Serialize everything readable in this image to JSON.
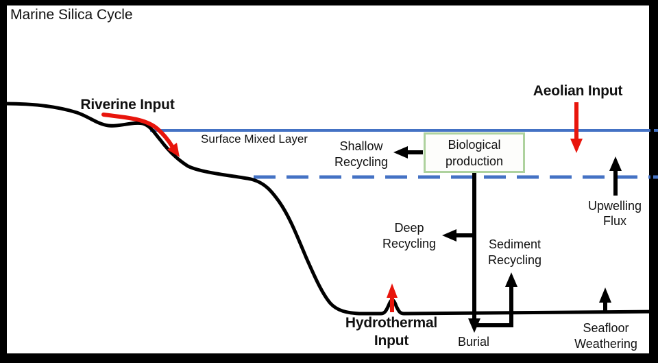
{
  "title": "Marine Silica Cycle",
  "labels": {
    "riverine": "Riverine Input",
    "surface_mixed_layer": "Surface Mixed Layer",
    "aeolian": "Aeolian Input",
    "biological": [
      "Biological",
      "production"
    ],
    "shallow": [
      "Shallow",
      "Recycling"
    ],
    "upwelling": [
      "Upwelling",
      "Flux"
    ],
    "deep": [
      "Deep",
      "Recycling"
    ],
    "sediment": [
      "Sediment",
      "Recycling"
    ],
    "hydrothermal": [
      "Hydrothermal",
      "Input"
    ],
    "burial": "Burial",
    "seafloor": [
      "Seafloor",
      "Weathering"
    ]
  },
  "fluxes": [
    {
      "name": "Riverine Input",
      "arrow_color": "red",
      "direction": "down-right into ocean"
    },
    {
      "name": "Aeolian Input",
      "arrow_color": "red",
      "direction": "down"
    },
    {
      "name": "Hydrothermal Input",
      "arrow_color": "red",
      "direction": "up"
    },
    {
      "name": "Shallow Recycling",
      "arrow_color": "black",
      "direction": "left"
    },
    {
      "name": "Deep Recycling",
      "arrow_color": "black",
      "direction": "left"
    },
    {
      "name": "Sediment Recycling",
      "arrow_color": "black",
      "direction": "up"
    },
    {
      "name": "Burial",
      "arrow_color": "black",
      "direction": "down"
    },
    {
      "name": "Upwelling Flux",
      "arrow_color": "black",
      "direction": "up"
    },
    {
      "name": "Seafloor Weathering",
      "arrow_color": "black",
      "direction": "up"
    }
  ],
  "colors": {
    "ocean_line_blue": "#4472c4",
    "arrow_red": "#e8150c",
    "bio_box_border_green": "#aed29e",
    "line_black": "#000000",
    "frame_black": "#000000",
    "background_white": "#ffffff"
  },
  "lines": {
    "surface_line_style": "solid blue",
    "mixed_layer_base_style": "dashed blue",
    "topography_style": "solid black coastline and seafloor with hydrothermal vent bump"
  }
}
